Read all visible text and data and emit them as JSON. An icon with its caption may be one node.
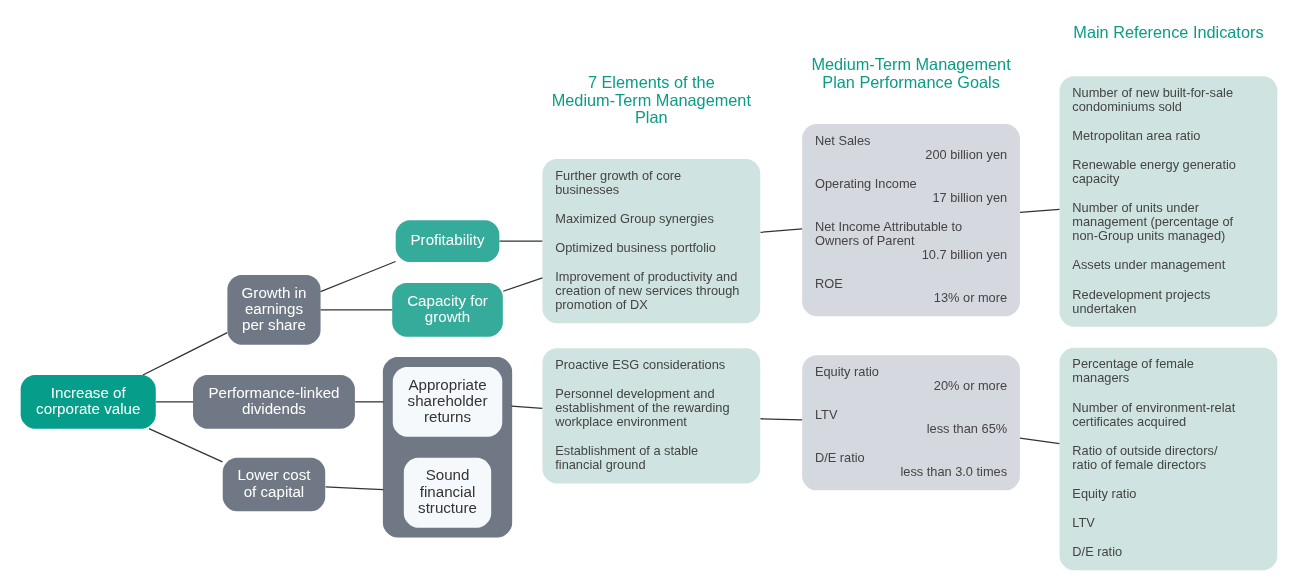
{
  "diagram": {
    "nodes": [
      {
        "text": [
          "Increase of corporate value"
        ]
      },
      {
        "text": [
          "Growth in earnings per share"
        ]
      },
      {
        "text": [
          "Performance-linked dividends"
        ]
      },
      {
        "text": [
          "Lower cost of capital"
        ]
      },
      {
        "text": [
          "Capacity for growth"
        ]
      },
      {
        "text": [
          "Profitability"
        ]
      },
      {
        "text": [],
        "shape": "box"
      },
      {
        "text": [
          "Appropriate shareholder returns"
        ],
        "in": 6
      },
      {
        "text": [
          "Sound financial structure"
        ],
        "in": 6
      },
      {
        "text": [
          "Further growth of core businesses",
          "Maximized Group synergies",
          "Optimized business portfolio",
          "Improvement of productivity and creation of new services through promotion of DX"
        ]
      },
      {
        "text": [
          "Net Sales",
          "200 billion yen",
          "Operating Income",
          "17 billion yen",
          "Net Income Attributable to Owners of Parent",
          "10.7 billion yen",
          "ROE",
          "13% or more"
        ]
      },
      {
        "text": [
          "Number of new built-for-sale condominiums sold",
          "Metropolitan area ratio",
          "Renewable energy generatio capacity",
          "Number of units under management (percentage of non-Group units managed)",
          "Assets under management",
          "Redevelopment projects undertaken"
        ]
      },
      {
        "text": [
          "Proactive ESG considerations",
          "Personnel development and establishment of the rewarding workplace environment",
          "Establishment of a stable financial ground"
        ]
      },
      {
        "text": [
          "Equity ratio",
          "20% or more",
          "LTV",
          "less than 65%",
          "D/E ratio",
          "less than 3.0 times"
        ]
      },
      {
        "text": [
          "Percentage of female managers",
          "Number of environment-relat certificates acquired",
          "Ratio of outside directors/ ratio of female directors",
          "Equity ratio",
          "LTV",
          "D/E ratio"
        ]
      }
    ],
    "edges": [
      {
        "from": 0,
        "to": 1,
        "arrow": "none"
      },
      {
        "from": 0,
        "to": 2,
        "arrow": "none"
      },
      {
        "from": 0,
        "to": 3,
        "arrow": "none"
      },
      {
        "from": 1,
        "to": 4,
        "arrow": "none"
      },
      {
        "from": 1,
        "to": 5,
        "arrow": "none"
      },
      {
        "from": 2,
        "to": 6,
        "arrow": "none"
      },
      {
        "from": 3,
        "to": 6,
        "arrow": "none"
      },
      {
        "from": 4,
        "to": 9,
        "arrow": "none"
      },
      {
        "from": 5,
        "to": 9,
        "arrow": "none"
      },
      {
        "from": 9,
        "to": 10,
        "arrow": "none"
      },
      {
        "from": 10,
        "to": 11,
        "arrow": "none"
      },
      {
        "from": 6,
        "to": 12,
        "arrow": "none"
      },
      {
        "from": 12,
        "to": 13,
        "arrow": "none"
      },
      {
        "from": 13,
        "to": 14,
        "arrow": "none"
      }
    ],
    "labels": [
      "7 Elements of the Medium-Term Management Plan",
      "Medium-Term Management Plan Performance Goals",
      "Main Reference Indicators"
    ]
  }
}
